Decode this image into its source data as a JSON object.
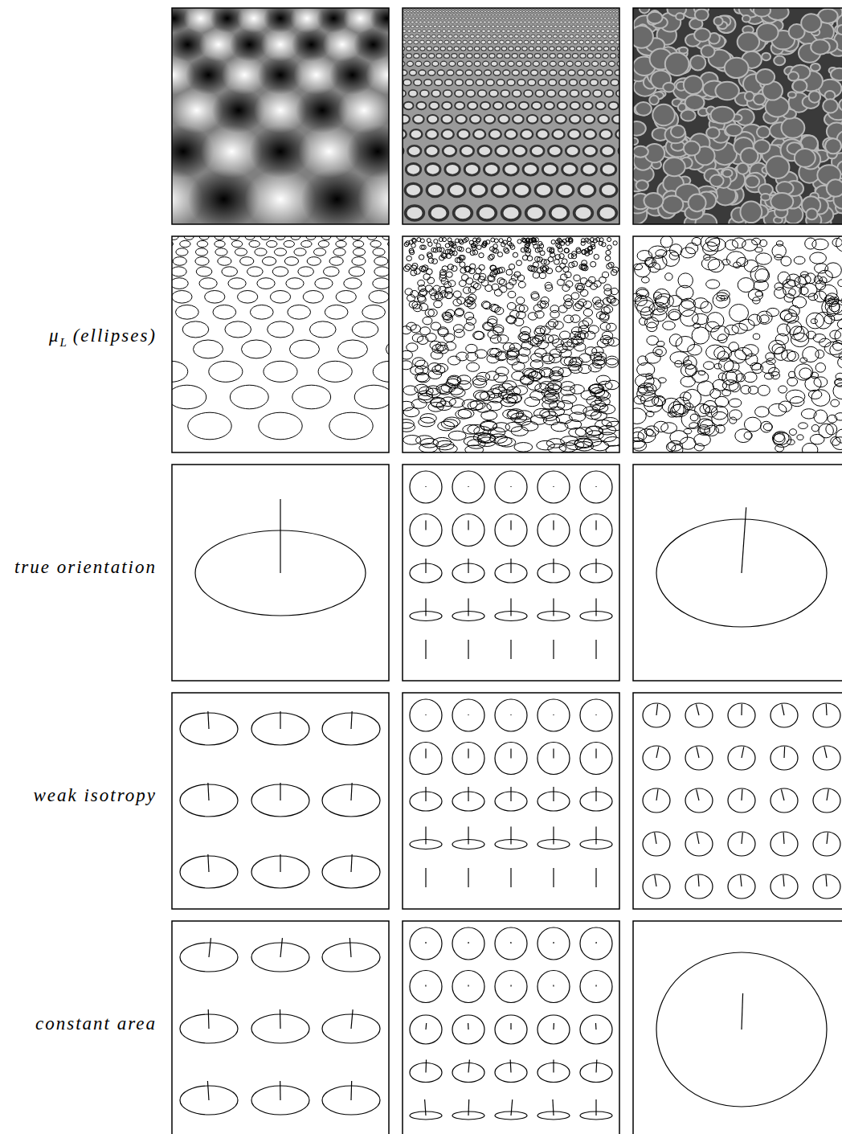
{
  "diagram": {
    "labels": [
      "μL (ellipses)",
      "true orientation",
      "weak isotropy",
      "constant area"
    ]
  }
}
